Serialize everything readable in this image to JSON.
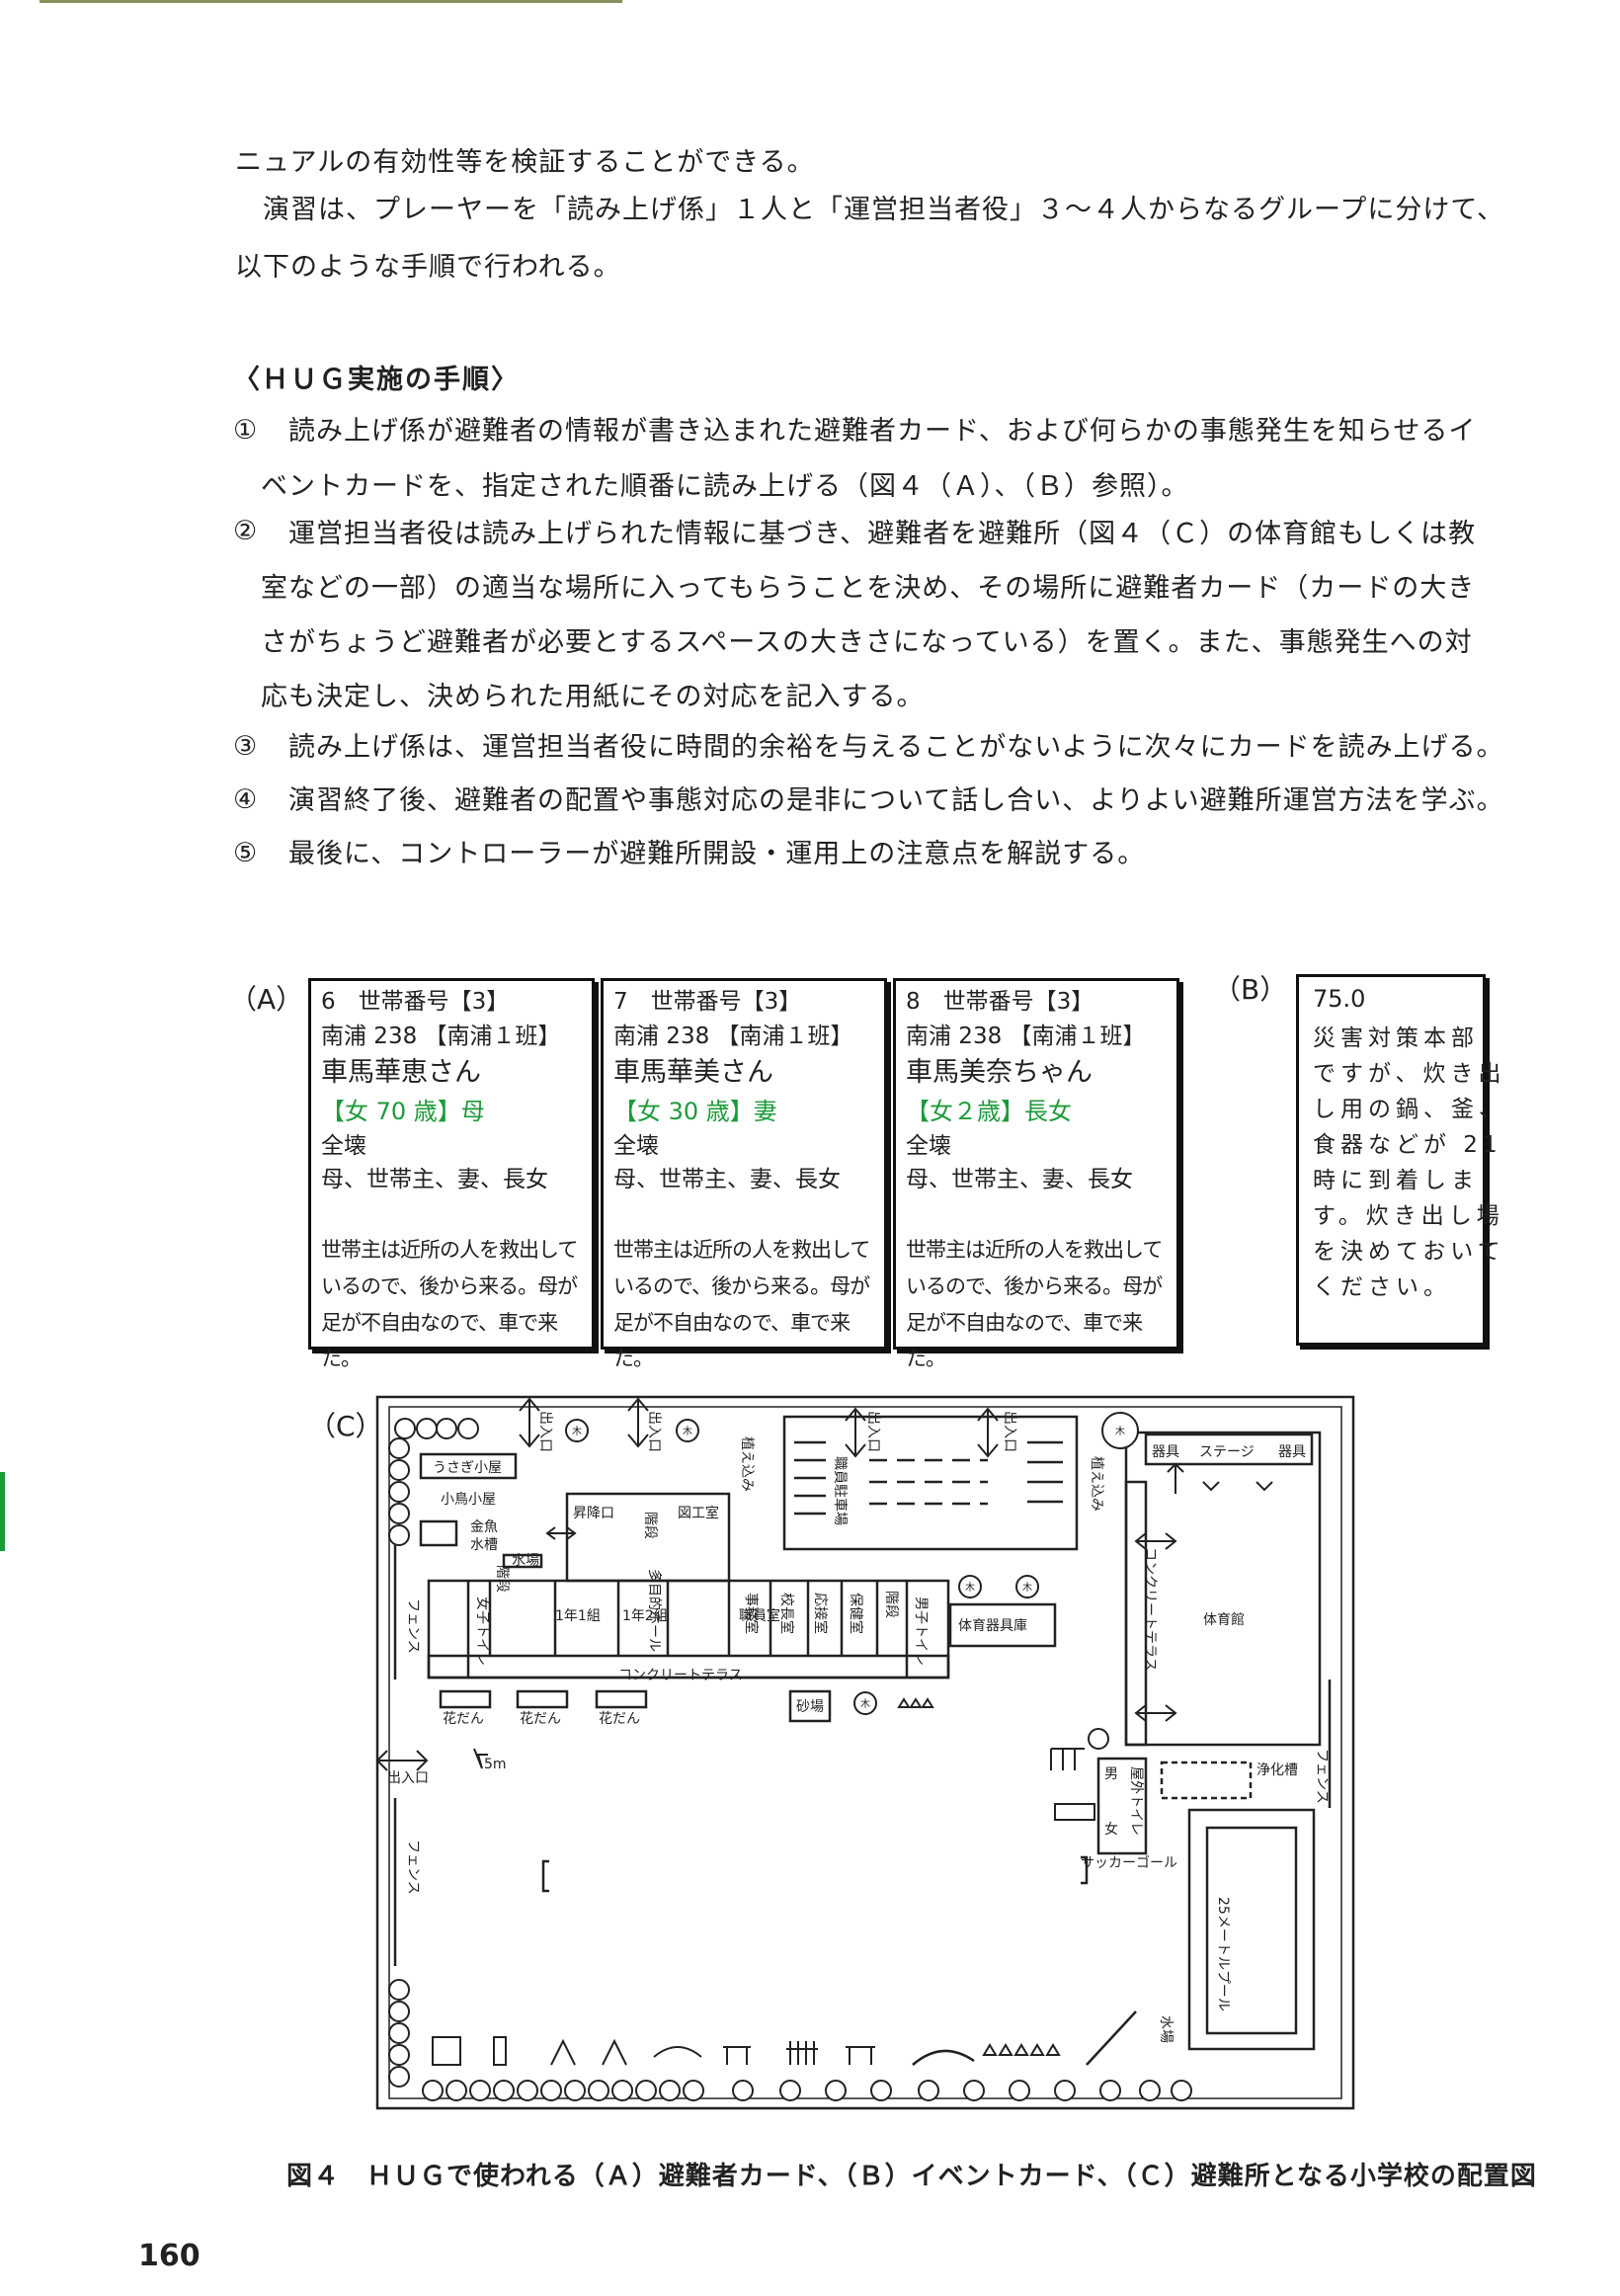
{
  "body": {
    "line1": "ニュアルの有効性等を検証することができる。",
    "line2": "　演習は、プレーヤーを「読み上げ係」１人と「運営担当者役」３～４人からなるグループに分けて、",
    "line3": "以下のような手順で行われる。"
  },
  "procedure": {
    "heading": "〈ＨＵＧ実施の手順〉",
    "steps": [
      {
        "num": "①",
        "lines": [
          "読み上げ係が避難者の情報が書き込まれた避難者カード、および何らかの事態発生を知らせるイ",
          "ベントカードを、指定された順番に読み上げる（図４（Ａ）、（Ｂ）参照）。"
        ]
      },
      {
        "num": "②",
        "lines": [
          "運営担当者役は読み上げられた情報に基づき、避難者を避難所（図４（Ｃ）の体育館もしくは教",
          "室などの一部）の適当な場所に入ってもらうことを決め、その場所に避難者カード（カードの大き",
          "さがちょうど避難者が必要とするスペースの大きさになっている）を置く。また、事態発生への対",
          "応も決定し、決められた用紙にその対応を記入する。"
        ]
      },
      {
        "num": "③",
        "lines": [
          "読み上げ係は、運営担当者役に時間的余裕を与えることがないように次々にカードを読み上げる。"
        ]
      },
      {
        "num": "④",
        "lines": [
          "演習終了後、避難者の配置や事態対応の是非について話し合い、よりよい避難所運営方法を学ぶ。"
        ]
      },
      {
        "num": "⑤",
        "lines": [
          "最後に、コントローラーが避難所開設・運用上の注意点を解説する。"
        ]
      }
    ]
  },
  "figure": {
    "label_a": "（A）",
    "label_b": "（B）",
    "label_c": "（C）",
    "cards": [
      {
        "id": "6　世帯番号【3】",
        "area": "南浦 238 【南浦１班】",
        "name": "車馬華恵さん",
        "attr": "【女 70 歳】母",
        "damage": "全壊",
        "family": "母、世帯主、妻、長女",
        "note1": "世帯主は近所の人を救出して",
        "note2": "いるので、後から来る。母が",
        "note3": "足が不自由なので、車で来た。"
      },
      {
        "id": "7　世帯番号【3】",
        "area": "南浦 238 【南浦１班】",
        "name": "車馬華美さん",
        "attr": "【女 30 歳】妻",
        "damage": "全壊",
        "family": "母、世帯主、妻、長女",
        "note1": "世帯主は近所の人を救出して",
        "note2": "いるので、後から来る。母が",
        "note3": "足が不自由なので、車で来た。"
      },
      {
        "id": "8　世帯番号【3】",
        "area": "南浦 238 【南浦１班】",
        "name": "車馬美奈ちゃん",
        "attr": "【女２歳】長女",
        "damage": "全壊",
        "family": "母、世帯主、妻、長女",
        "note1": "世帯主は近所の人を救出して",
        "note2": "いるので、後から来る。母が",
        "note3": "足が不自由なので、車で来た。"
      }
    ],
    "event_card": {
      "value": "75.0",
      "text": "災害対策本部\nですが、炊き出\nし用の鍋、釜、\n食器などが 21\n時に到着しま\nす。炊き出し場\nを決めておいて\nください。"
    },
    "map": {
      "usagi": "うさぎ小屋",
      "kotori": "小鳥小屋",
      "kingyo1": "金魚",
      "kingyo2": "水槽",
      "mizuba": "水場",
      "shokoguchi": "昇降口",
      "zukou": "図工室",
      "kaidan": "階段",
      "tamokuteki": "多目的ホール",
      "joshi_toilet": "女子トイレ",
      "danshi_toilet": "男子トイレ",
      "class1": "1年1組",
      "class2": "1年2組",
      "shokuin": "職員室",
      "jimu": "事務室",
      "kocho": "校長室",
      "oset": "応接室",
      "hoken": "保健室",
      "terrace": "コンクリートテラス",
      "kadan": "花だん",
      "sunaba": "砂場",
      "ueko": "植え込み",
      "parking": "職員駐車場",
      "deiriguchi": "出入口",
      "fence": "フェンス",
      "kigu": "器具",
      "stage": "ステージ",
      "taiikukan": "体育館",
      "taiiku_kigu": "体育器具庫",
      "concrete_terrace_v": "コンクリートテラス",
      "okugai_toilet": "屋外トイレ",
      "otoko": "男",
      "onna": "女",
      "jokaso": "浄化槽",
      "soccer": "サッカーゴール",
      "pool": "25メートルプール",
      "tree": "木",
      "scale": "5m"
    },
    "caption": "図４　ＨＵＧで使われる（Ａ）避難者カード、（Ｂ）イベントカード、（Ｃ）避難所となる小学校の配置図"
  },
  "page_number": "160"
}
